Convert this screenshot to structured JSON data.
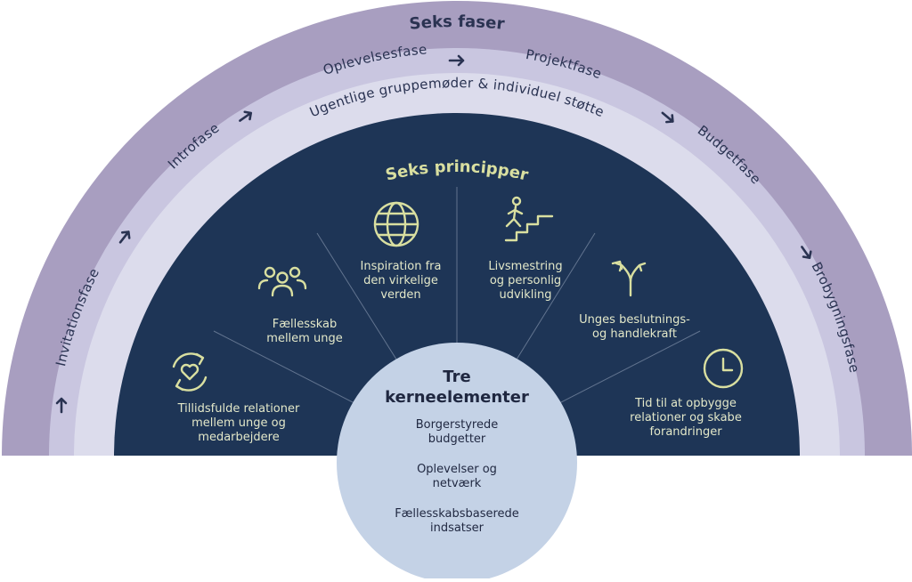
{
  "outer_title": "Seks faser",
  "phases": [
    "Invitationsfase",
    "Introfase",
    "Oplevelsesfase",
    "Projektfase",
    "Budgetfase",
    "Brobygningsfase"
  ],
  "support_band": "Ugentlige gruppemøder & individuel støtte",
  "inner_title": "Seks principper",
  "principles": [
    {
      "icon": "heart-cycle-icon",
      "lines": [
        "Tillidsfulde relationer",
        "mellem unge og",
        "medarbejdere"
      ]
    },
    {
      "icon": "people-group-icon",
      "lines": [
        "Fællesskab",
        "mellem unge"
      ]
    },
    {
      "icon": "globe-icon",
      "lines": [
        "Inspiration fra",
        "den virkelige",
        "verden"
      ]
    },
    {
      "icon": "stairs-climber-icon",
      "lines": [
        "Livsmestring",
        "og personlig",
        "udvikling"
      ]
    },
    {
      "icon": "split-arrows-icon",
      "lines": [
        "Unges beslutnings-",
        "og handlekraft"
      ]
    },
    {
      "icon": "clock-icon",
      "lines": [
        "Tid til at  opbygge",
        "relationer og skabe",
        "forandringer"
      ]
    }
  ],
  "core": {
    "title_lines": [
      "Tre",
      "kerneelementer"
    ],
    "items": [
      [
        "Borgerstyrede",
        "budgetter"
      ],
      [
        "Oplevelser og",
        "netværk"
      ],
      [
        "Fællesskabsbaserede",
        "indsatser"
      ]
    ]
  },
  "colors": {
    "outer_ring": "#a89ec0",
    "middle_ring": "#c9c6e0",
    "inner_ring": "#dcdcec",
    "navy": "#1e3556",
    "accent": "#d9dfa0",
    "core_circle": "#c4d2e6"
  }
}
